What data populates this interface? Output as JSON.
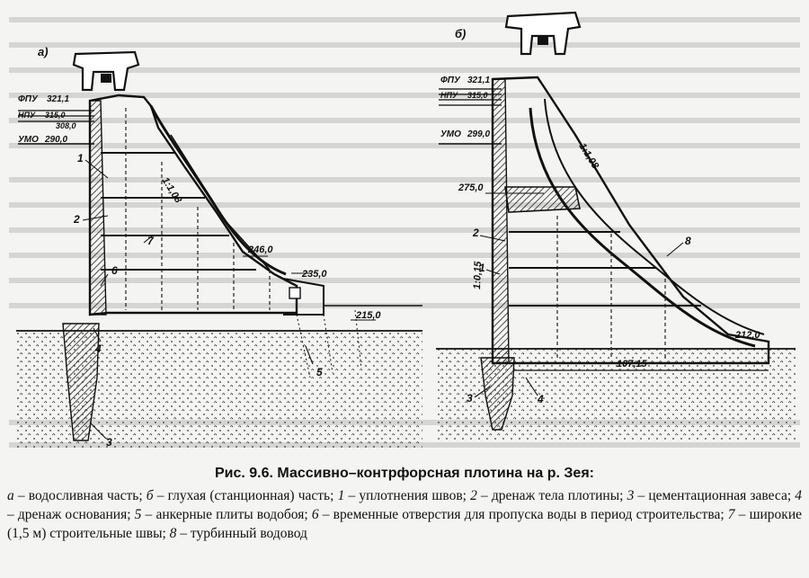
{
  "figure": {
    "panel_a": {
      "tag": "а)",
      "levels": [
        "ФПУ",
        "321,1",
        "НПУ",
        "315,0",
        "308,0",
        "УМО",
        "290,0"
      ],
      "elevations": [
        "246,0",
        "235,0",
        "215,0"
      ],
      "slope": "1:1,08",
      "numbers": [
        "1",
        "2",
        "7",
        "6",
        "4",
        "5",
        "3"
      ]
    },
    "panel_b": {
      "tag": "б)",
      "levels": [
        "ФПУ",
        "321,1",
        "НПУ",
        "315,0",
        "УМО",
        "299,0"
      ],
      "elevations": [
        "275,0",
        "212,0",
        "107,15"
      ],
      "slopes": [
        "1:1,08",
        "1:0,15"
      ],
      "numbers": [
        "2",
        "1",
        "8",
        "3",
        "4"
      ]
    }
  },
  "caption": {
    "title": "Рис. 9.6. Массивно–контрфорсная плотина на р. Зея:",
    "items": [
      {
        "key": "а",
        "text": " – водосливная часть; "
      },
      {
        "key": "б",
        "text": " – глухая (станционная) часть; "
      },
      {
        "key": "1",
        "text": " – уплотнения швов; "
      },
      {
        "key": "2",
        "text": " – дренаж тела плотины; "
      },
      {
        "key": "3",
        "text": " – цементационная завеса; "
      },
      {
        "key": "4",
        "text": " – дренаж основания; "
      },
      {
        "key": "5",
        "text": " – анкерные плиты водобоя; "
      },
      {
        "key": "6",
        "text": " – временные отверстия для пропуска воды в период строительства; "
      },
      {
        "key": "7",
        "text": " – широкие (1,5 м) строительные швы; "
      },
      {
        "key": "8",
        "text": " – турбинный водовод"
      }
    ]
  }
}
